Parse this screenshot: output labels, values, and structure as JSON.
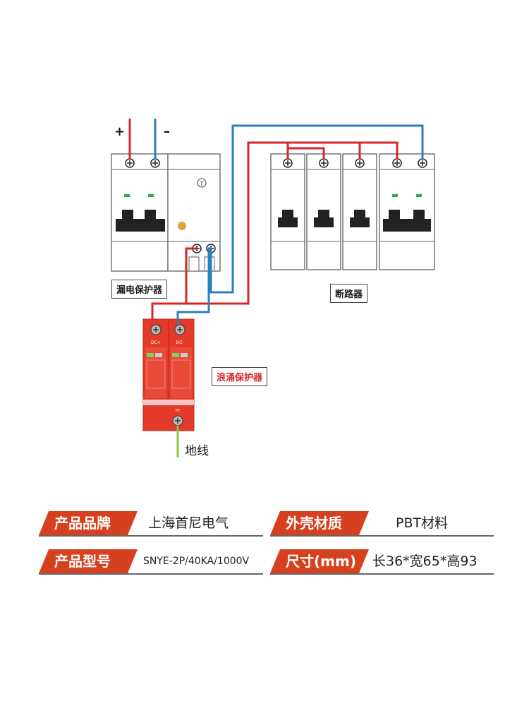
{
  "wiring": {
    "plus_sign": "+",
    "minus_sign": "–",
    "rcd_label": "漏电保护器",
    "breaker_label": "断路器",
    "spd_label": "浪涌保护器",
    "ground_label": "地线",
    "rcd_test_mark": "T",
    "spd_text": {
      "dc_plus": "DC+",
      "dc_minus": "DC-",
      "pe": "PE"
    },
    "colors": {
      "positive_wire": "#d7262b",
      "negative_wire": "#2a7fc0",
      "ground_wire": "#8dc63f",
      "spd_body": "#e33a2a",
      "accent": "#d7401e"
    }
  },
  "specs": [
    {
      "label": "产品品牌",
      "value": "上海首尼电气"
    },
    {
      "label": "外壳材质",
      "value": "PBT材料"
    },
    {
      "label": "产品型号",
      "value": "SNYE-2P/40KA/1000V"
    },
    {
      "label": "尺寸(mm)",
      "value": "长36*宽65*高93"
    }
  ]
}
